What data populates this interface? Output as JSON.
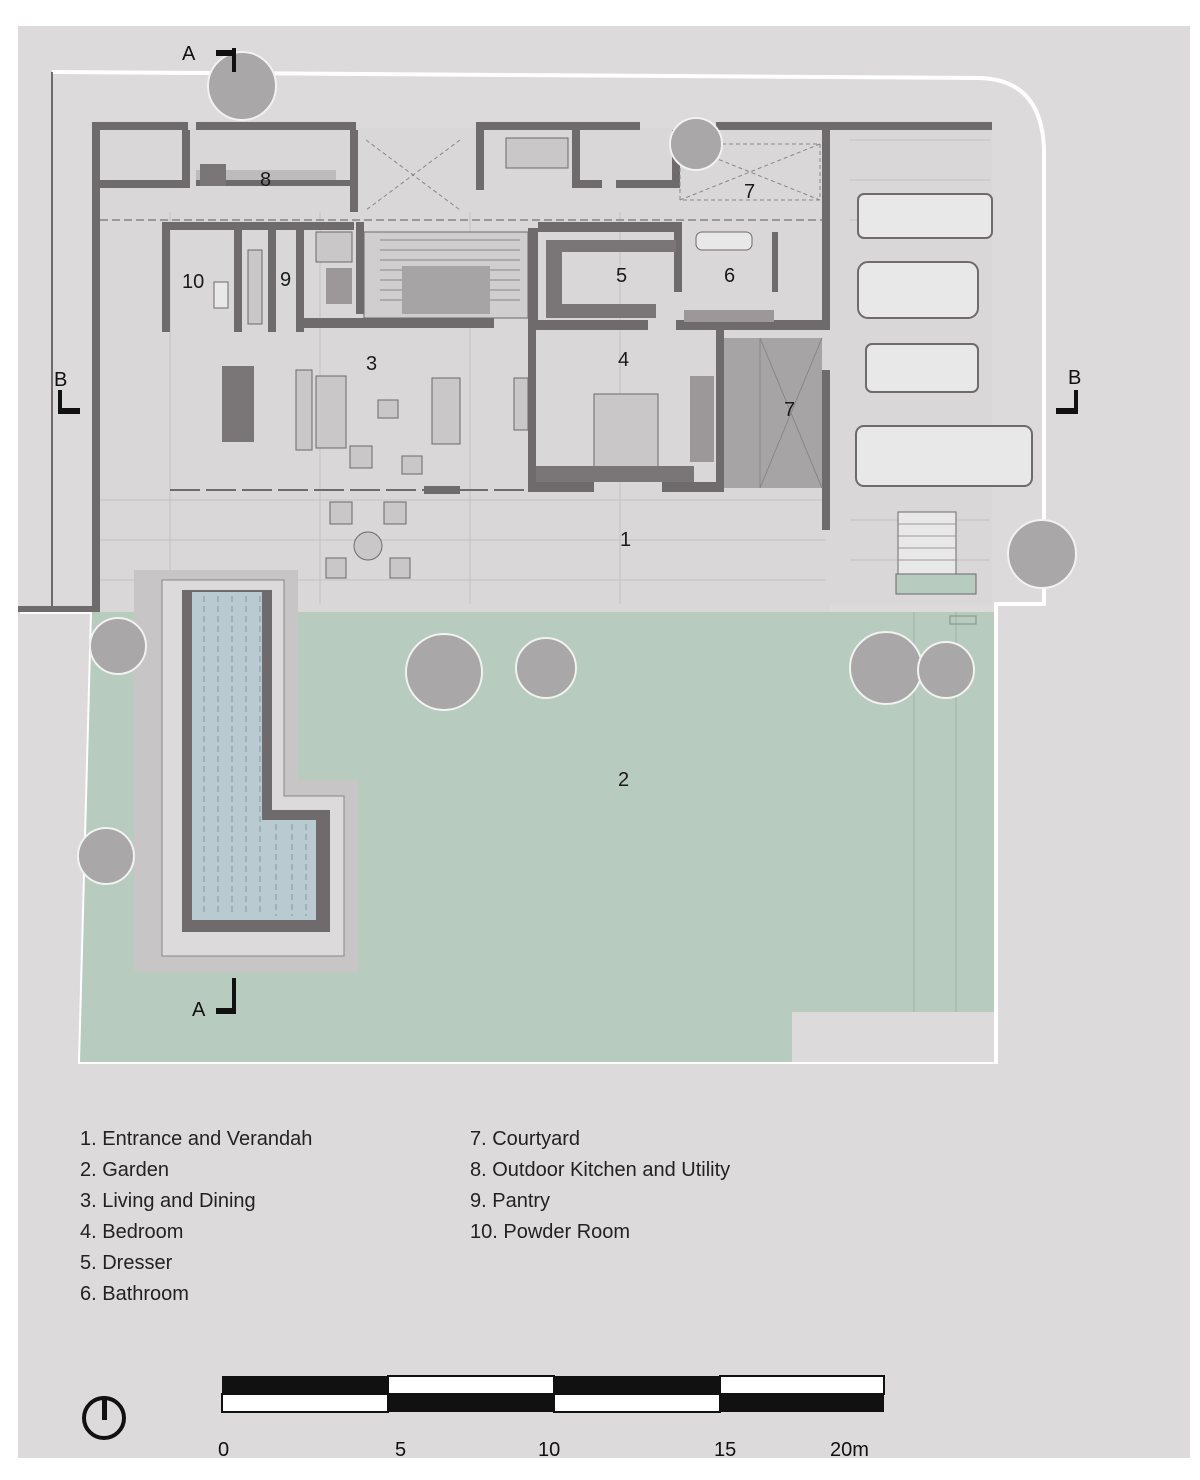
{
  "rooms": [
    {
      "num": "1",
      "name": "Entrance and Verandah"
    },
    {
      "num": "2",
      "name": "Garden"
    },
    {
      "num": "3",
      "name": "Living and Dining"
    },
    {
      "num": "4",
      "name": "Bedroom"
    },
    {
      "num": "5",
      "name": "Dresser"
    },
    {
      "num": "6",
      "name": "Bathroom"
    },
    {
      "num": "7",
      "name": "Courtyard"
    },
    {
      "num": "8",
      "name": "Outdoor Kitchen and Utility"
    },
    {
      "num": "9",
      "name": "Pantry"
    },
    {
      "num": "10",
      "name": "Powder Room"
    }
  ],
  "legend": {
    "left": [
      "1. Entrance and Verandah",
      "2. Garden",
      "3. Living and Dining",
      "4. Bedroom",
      "5. Dresser",
      "6. Bathroom"
    ],
    "right": [
      "7. Courtyard",
      "8. Outdoor Kitchen and Utility",
      "9. Pantry",
      "10. Powder Room"
    ]
  },
  "section_markers": {
    "a": "A",
    "b": "B"
  },
  "scale_bar": {
    "labels": [
      "0",
      "5",
      "10",
      "15",
      "20m"
    ]
  },
  "north_icon": "north-arrow-icon",
  "colors": {
    "sheet": "#dcdadb",
    "wall": "#6f6a6c",
    "garden": "#b7cbbf",
    "floor": "#d6d4d5",
    "pool_water": "#b9cbd0",
    "tree": "#a9a7a8",
    "dark_floor": "#a7a4a5"
  }
}
